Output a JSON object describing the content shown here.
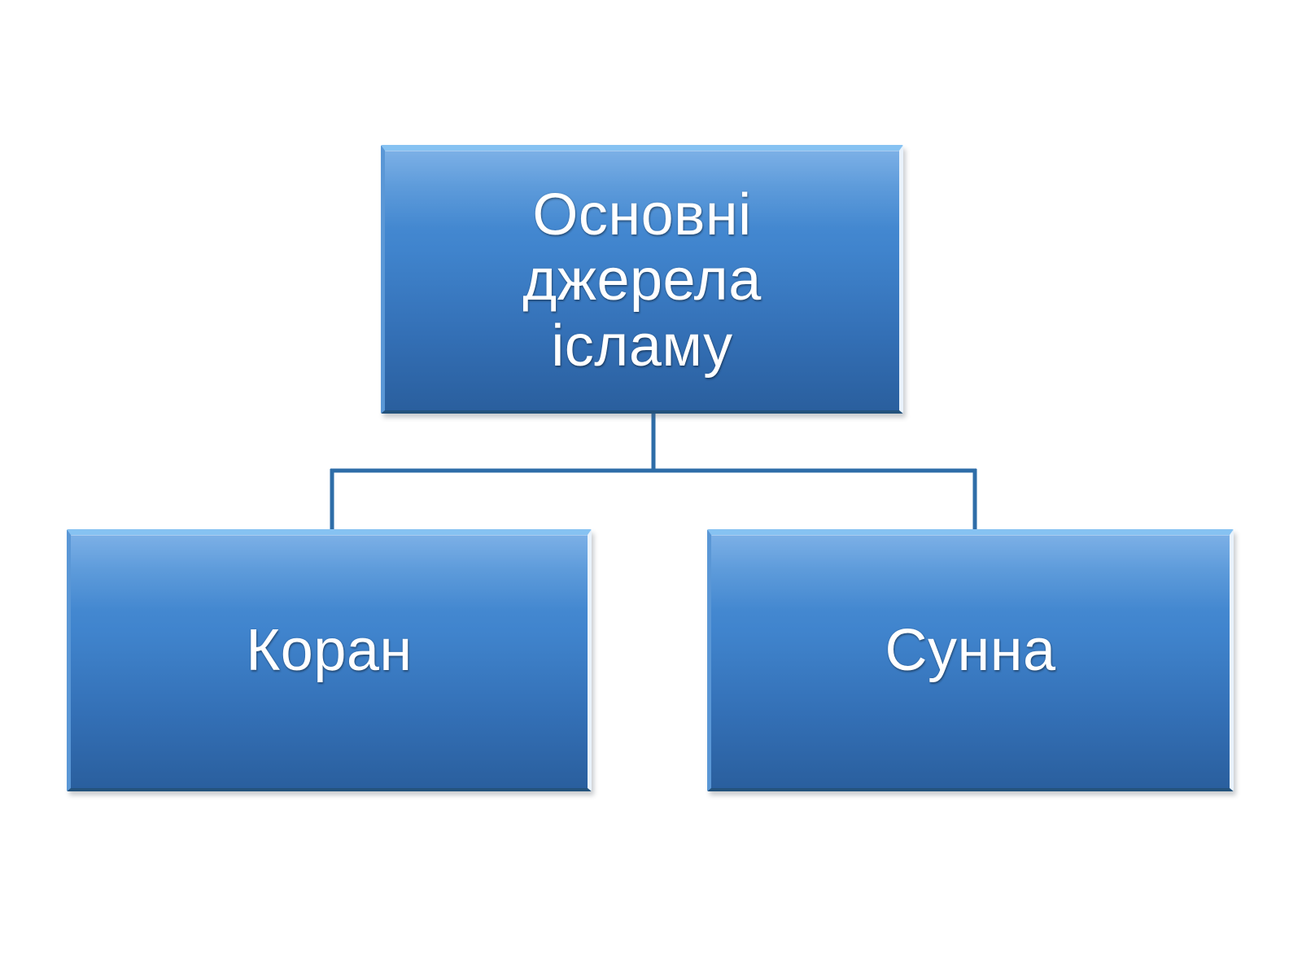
{
  "slide": {
    "background_color": "#ffffff",
    "title": "Основні джерела ісламу"
  },
  "theme": {
    "node_fill_top": "#5b9ce0",
    "node_fill_bottom": "#2a5f9e",
    "node_bevel_highlight": "#86c2f2",
    "node_bevel_shadow": "#23527c",
    "node_text_color": "#ffffff",
    "connector_color": "#2e6da8"
  },
  "diagram": {
    "type": "organization-chart",
    "root": {
      "id": "root",
      "label": "Основні\nджерела\nісламу",
      "label_plain": "Основні джерела ісламу"
    },
    "children": [
      {
        "id": "quran",
        "label": "Коран"
      },
      {
        "id": "sunnah",
        "label": "Сунна"
      }
    ],
    "connectors": [
      {
        "from": "root",
        "to": "quran",
        "style": "elbow"
      },
      {
        "from": "root",
        "to": "sunnah",
        "style": "elbow"
      }
    ]
  }
}
